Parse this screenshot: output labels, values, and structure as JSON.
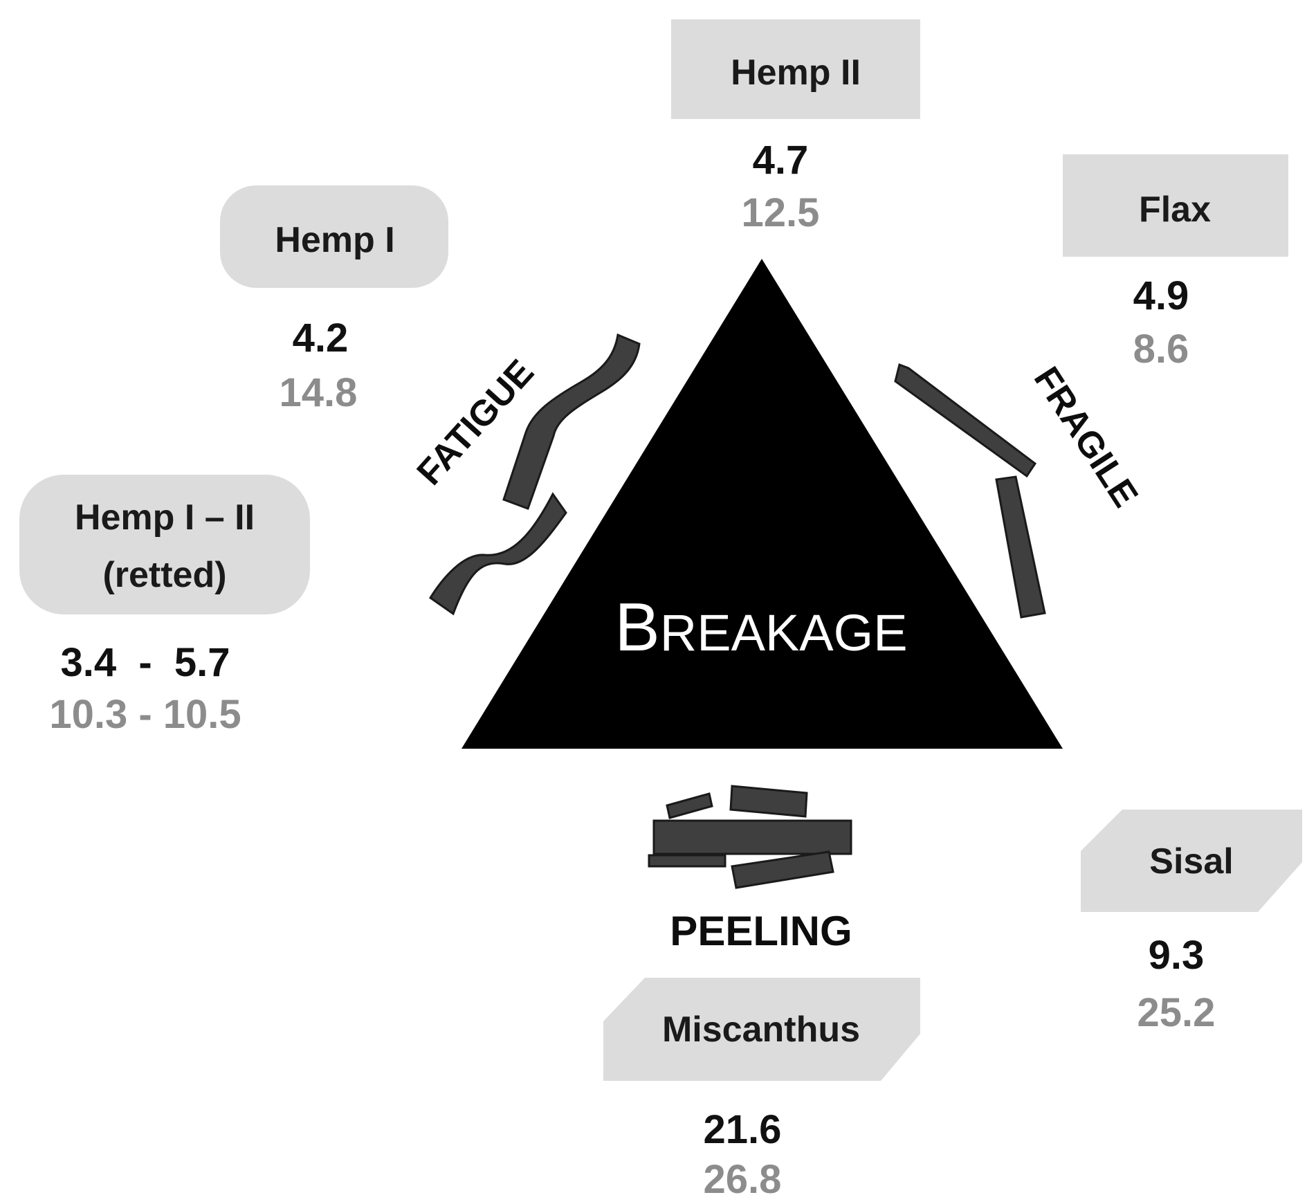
{
  "colors": {
    "box": "#dcdcdc",
    "dark": "#000000",
    "fragment": "#3f3f3f",
    "value_primary": "#111111",
    "value_secondary": "#8c8c8c"
  },
  "center": {
    "label_initial": "B",
    "label_rest": "REAKAGE"
  },
  "modes": {
    "fatigue": "FATIGUE",
    "fragile": "FRAGILE",
    "peeling": "PEELING"
  },
  "materials": {
    "hemp2": {
      "name": "Hemp II",
      "value_primary": "4.7",
      "value_secondary": "12.5"
    },
    "flax": {
      "name": "Flax",
      "value_primary": "4.9",
      "value_secondary": "8.6"
    },
    "hemp1": {
      "name": "Hemp I",
      "value_primary": "4.2",
      "value_secondary": "14.8"
    },
    "hemp12": {
      "name_line1": "Hemp I – II",
      "name_line2": "(retted)",
      "value_primary": "3.4  -  5.7",
      "value_secondary": "10.3 - 10.5"
    },
    "sisal": {
      "name": "Sisal",
      "value_primary": "9.3",
      "value_secondary": "25.2"
    },
    "miscanthus": {
      "name": "Miscanthus",
      "value_primary": "21.6",
      "value_secondary": "26.8"
    }
  }
}
